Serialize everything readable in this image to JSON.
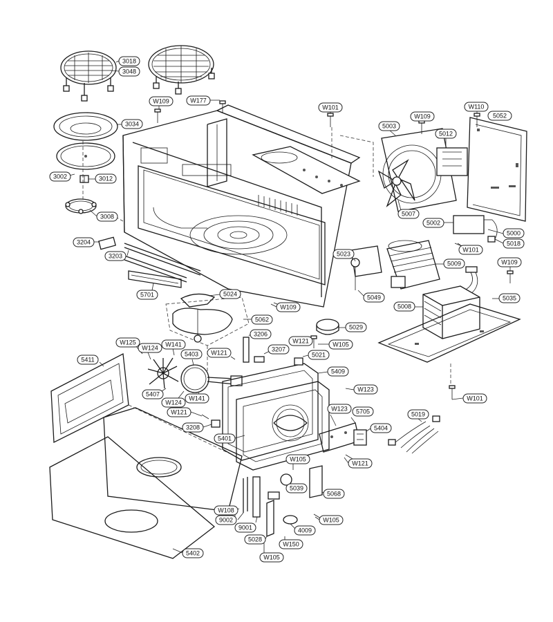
{
  "colors": {
    "line": "#1a1a1a",
    "background": "#ffffff"
  },
  "callouts": [
    {
      "id": "3018",
      "text": "3018"
    },
    {
      "id": "3048",
      "text": "3048"
    },
    {
      "id": "3034",
      "text": "3034"
    },
    {
      "id": "3002",
      "text": "3002"
    },
    {
      "id": "3012",
      "text": "3012"
    },
    {
      "id": "3008",
      "text": "3008"
    },
    {
      "id": "3204",
      "text": "3204"
    },
    {
      "id": "3203",
      "text": "3203"
    },
    {
      "id": "5701",
      "text": "5701"
    },
    {
      "id": "5024",
      "text": "5024"
    },
    {
      "id": "5062",
      "text": "5062"
    },
    {
      "id": "W109a",
      "text": "W109"
    },
    {
      "id": "W177",
      "text": "W177"
    },
    {
      "id": "W101a",
      "text": "W101"
    },
    {
      "id": "5003",
      "text": "5003"
    },
    {
      "id": "W109b",
      "text": "W109"
    },
    {
      "id": "5012",
      "text": "5012"
    },
    {
      "id": "W110",
      "text": "W110"
    },
    {
      "id": "5052",
      "text": "5052"
    },
    {
      "id": "5007",
      "text": "5007"
    },
    {
      "id": "5002",
      "text": "5002"
    },
    {
      "id": "5000",
      "text": "5000"
    },
    {
      "id": "W101b",
      "text": "W101"
    },
    {
      "id": "5018",
      "text": "5018"
    },
    {
      "id": "5023",
      "text": "5023"
    },
    {
      "id": "5009",
      "text": "5009"
    },
    {
      "id": "W109c",
      "text": "W109"
    },
    {
      "id": "5049",
      "text": "5049"
    },
    {
      "id": "5008",
      "text": "5008"
    },
    {
      "id": "5035",
      "text": "5035"
    },
    {
      "id": "W109d",
      "text": "W109"
    },
    {
      "id": "5029",
      "text": "5029"
    },
    {
      "id": "3206",
      "text": "3206"
    },
    {
      "id": "W121a",
      "text": "W121"
    },
    {
      "id": "W105a",
      "text": "W105"
    },
    {
      "id": "3207",
      "text": "3207"
    },
    {
      "id": "5021",
      "text": "5021"
    },
    {
      "id": "W125",
      "text": "W125"
    },
    {
      "id": "W124a",
      "text": "W124"
    },
    {
      "id": "W141a",
      "text": "W141"
    },
    {
      "id": "5403",
      "text": "5403"
    },
    {
      "id": "W121b",
      "text": "W121"
    },
    {
      "id": "5411",
      "text": "5411"
    },
    {
      "id": "5409",
      "text": "5409"
    },
    {
      "id": "W123a",
      "text": "W123"
    },
    {
      "id": "5407",
      "text": "5407"
    },
    {
      "id": "W124b",
      "text": "W124"
    },
    {
      "id": "W141b",
      "text": "W141"
    },
    {
      "id": "W101c",
      "text": "W101"
    },
    {
      "id": "W121c",
      "text": "W121"
    },
    {
      "id": "3208",
      "text": "3208"
    },
    {
      "id": "W123b",
      "text": "W123"
    },
    {
      "id": "5705",
      "text": "5705"
    },
    {
      "id": "5019",
      "text": "5019"
    },
    {
      "id": "5404",
      "text": "5404"
    },
    {
      "id": "5401",
      "text": "5401"
    },
    {
      "id": "W121d",
      "text": "W121"
    },
    {
      "id": "W105b",
      "text": "W105"
    },
    {
      "id": "5039",
      "text": "5039"
    },
    {
      "id": "5068",
      "text": "5068"
    },
    {
      "id": "W108",
      "text": "W108"
    },
    {
      "id": "9002",
      "text": "9002"
    },
    {
      "id": "W105c",
      "text": "W105"
    },
    {
      "id": "9001",
      "text": "9001"
    },
    {
      "id": "4009",
      "text": "4009"
    },
    {
      "id": "5028",
      "text": "5028"
    },
    {
      "id": "W150",
      "text": "W150"
    },
    {
      "id": "5402",
      "text": "5402"
    },
    {
      "id": "W105d",
      "text": "W105"
    }
  ]
}
